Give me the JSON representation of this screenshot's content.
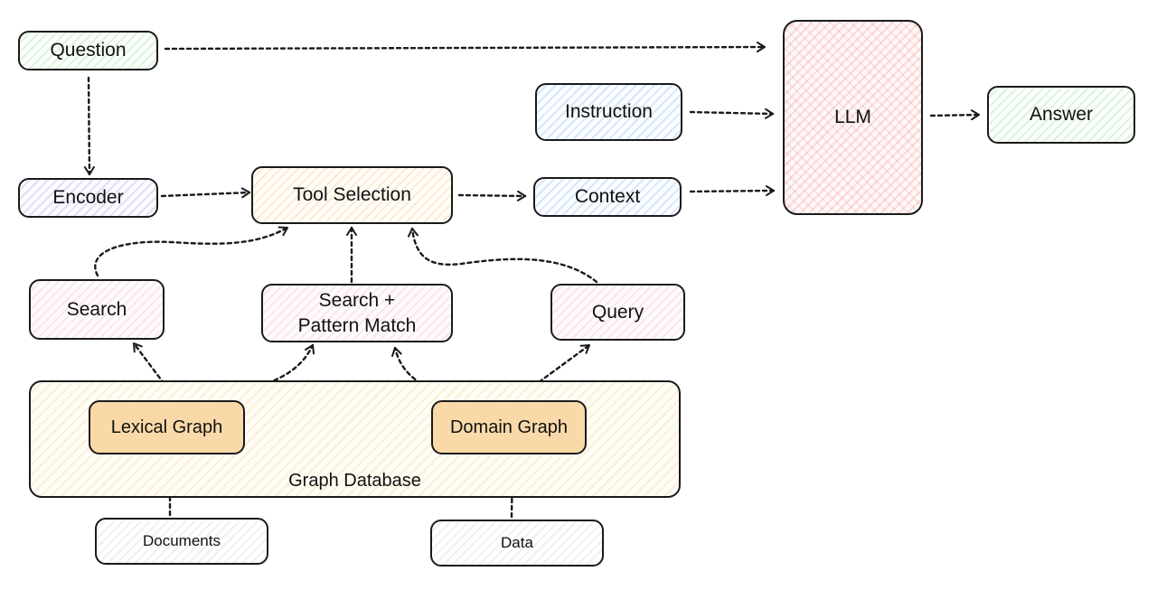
{
  "colors": {
    "stroke": "#1a1a1a",
    "accent_arrow": "#e0962e",
    "green": "#4ab24a",
    "blue": "#4a90e2",
    "purple": "#7e6ad2",
    "orange": "#ecaa5a",
    "pink": "#da78aa",
    "red": "#e86e6e",
    "graph_box_fill": "#f9d9a8"
  },
  "nodes": {
    "question": "Question",
    "encoder": "Encoder",
    "tool_selection": "Tool Selection",
    "instruction": "Instruction",
    "context": "Context",
    "llm": "LLM",
    "answer": "Answer",
    "search": "Search",
    "search_pattern": "Search +\nPattern Match",
    "query": "Query",
    "graph_database": "Graph Database",
    "lexical_graph": "Lexical Graph",
    "domain_graph": "Domain Graph",
    "documents": "Documents",
    "data": "Data"
  }
}
